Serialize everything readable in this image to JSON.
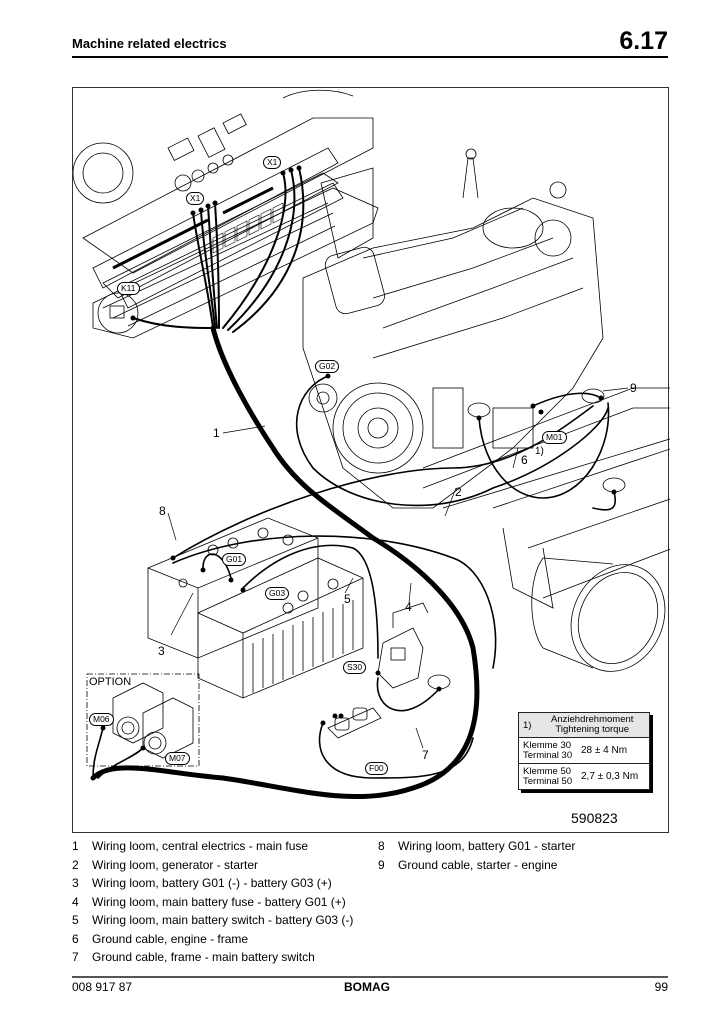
{
  "header": {
    "title": "Machine related electrics",
    "section": "6.17"
  },
  "figure": {
    "figure_number": "590823",
    "option_label": "OPTION",
    "component_tags": {
      "x1_left": "X1",
      "x1_right": "X1",
      "k11": "K11",
      "g02": "G02",
      "m01": "M01",
      "g01": "G01",
      "g03": "G03",
      "s30": "S30",
      "m06": "M06",
      "m07": "M07",
      "f00": "F00",
      "ground_symbol": "-"
    },
    "callouts": {
      "c1": "1",
      "c2": "2",
      "c3": "3",
      "c4": "4",
      "c5": "5",
      "c6": "6",
      "c7": "7",
      "c8": "8",
      "c9": "9",
      "note_ref": "1)"
    },
    "torque_table": {
      "ref": "1)",
      "title_de": "Anziehdrehmoment",
      "title_en": "Tightening torque",
      "rows": [
        {
          "label_de": "Klemme 30",
          "label_en": "Terminal 30",
          "value": "28 ± 4 Nm"
        },
        {
          "label_de": "Klemme 50",
          "label_en": "Terminal 50",
          "value": "2,7 ± 0,3 Nm"
        }
      ]
    }
  },
  "legend": {
    "left": [
      {
        "num": "1",
        "text": "Wiring loom, central electrics - main fuse"
      },
      {
        "num": "2",
        "text": "Wiring loom, generator - starter"
      },
      {
        "num": "3",
        "text": "Wiring loom, battery G01 (-) - battery G03 (+)"
      },
      {
        "num": "4",
        "text": "Wiring loom, main battery fuse - battery G01 (+)"
      },
      {
        "num": "5",
        "text": "Wiring loom, main battery switch - battery G03 (-)"
      },
      {
        "num": "6",
        "text": "Ground cable, engine - frame"
      },
      {
        "num": "7",
        "text": "Ground cable, frame - main battery switch"
      }
    ],
    "right": [
      {
        "num": "8",
        "text": "Wiring loom, battery G01 - starter"
      },
      {
        "num": "9",
        "text": "Ground cable, starter - engine"
      }
    ]
  },
  "footer": {
    "doc_number": "008 917 87",
    "brand": "BOMAG",
    "page": "99"
  }
}
